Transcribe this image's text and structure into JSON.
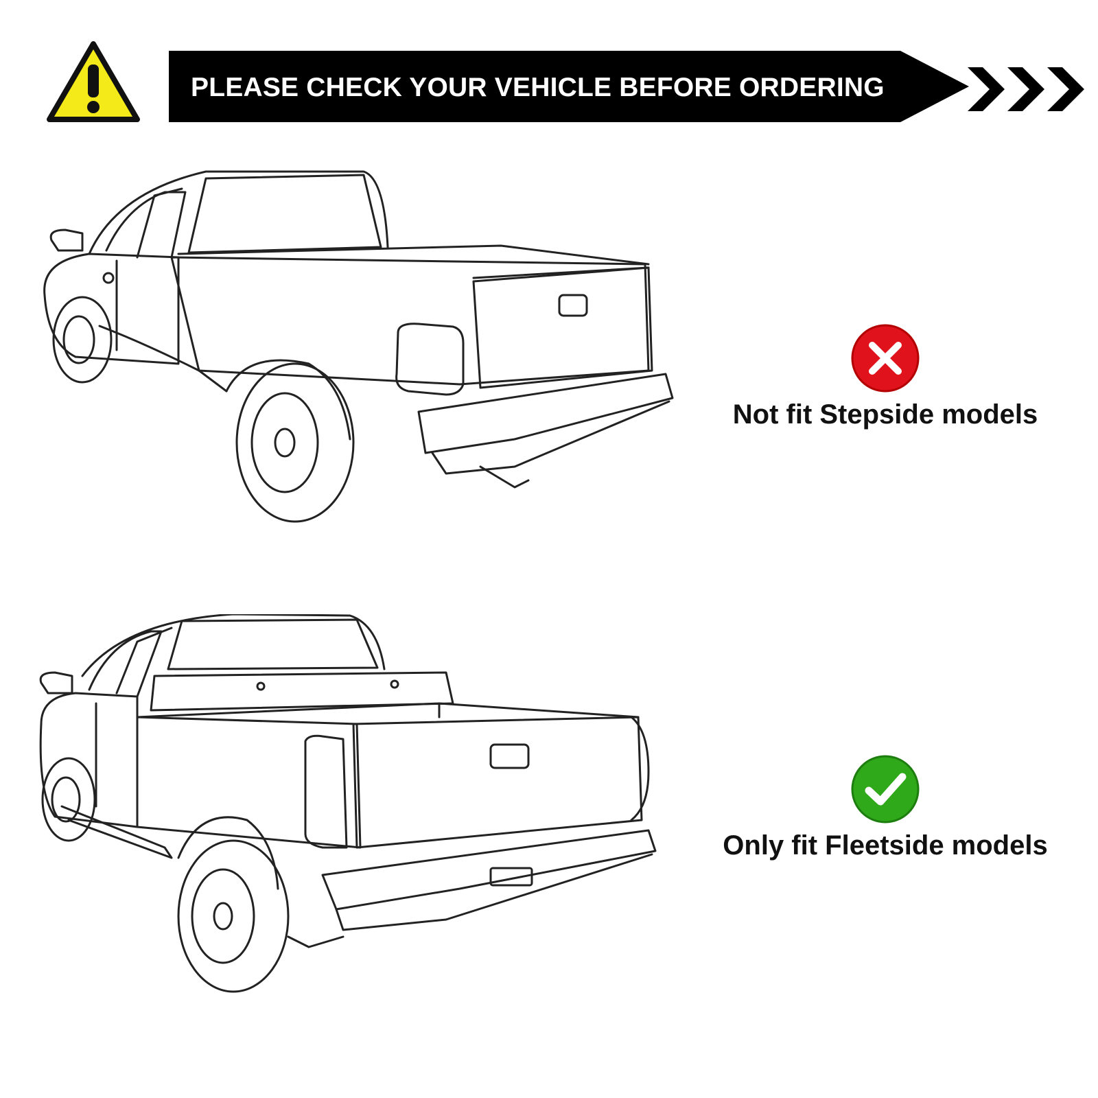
{
  "banner": {
    "text": "PLEASE CHECK YOUR VEHICLE BEFORE ORDERING",
    "icon": "warning-triangle-icon",
    "arrows_icon": "triple-chevron-right-icon",
    "bar_color": "#000000",
    "text_color": "#ffffff",
    "warning_color": "#f4ea1a"
  },
  "fitment": [
    {
      "vehicle": "stepside-pickup-truck",
      "icon": "red-x-icon",
      "icon_color": "#e0121b",
      "label": "Not fit Stepside models"
    },
    {
      "vehicle": "fleetside-pickup-truck",
      "icon": "green-check-icon",
      "icon_color": "#2fa81a",
      "label": "Only fit Fleetside models"
    }
  ]
}
